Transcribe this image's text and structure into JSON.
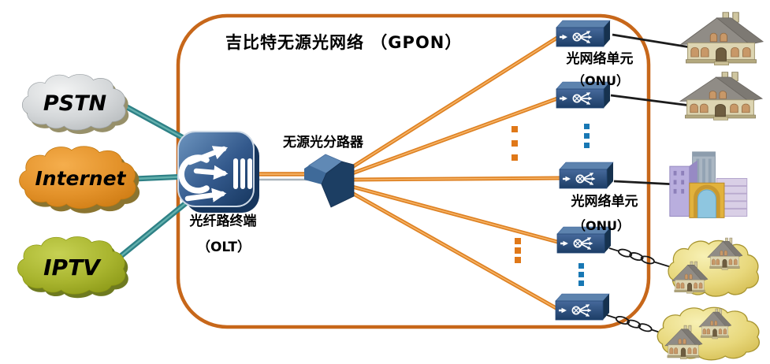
{
  "title": "吉比特无源光网络 （GPON）",
  "clouds": {
    "pstn": "PSTN",
    "internet": "Internet",
    "iptv": "IPTV"
  },
  "olt": {
    "label": "光纤路终端",
    "abbr": "（OLT）"
  },
  "splitter": {
    "label": "无源光分路器"
  },
  "onu_labels": {
    "top": {
      "label": "光网络单元",
      "abbr": "（ONU）"
    },
    "mid": {
      "label": "光网络单元",
      "abbr": "（ONU）"
    }
  },
  "icons": {
    "olt": "router-switch-icon",
    "onu": "onu-splitter-box-icon",
    "splitter": "optical-splitter-prism-icon",
    "pstn": "cloud-icon",
    "internet": "cloud-icon",
    "iptv": "cloud-icon",
    "premises": [
      "house-icon",
      "house-icon",
      "office-building-icon",
      "homes-cloud-icon",
      "homes-cloud-icon"
    ],
    "ellipsis": "vertical-dots-icon"
  },
  "colors": {
    "gpon_border": "#c7671a",
    "fiber_orange": "#de8122",
    "fiber_highlight": "#f6b468",
    "backbone_teal": "#2e8186",
    "device_blue": "#1d3e67",
    "dot_orange": "#e07818",
    "dot_blue": "#1878b4",
    "pstn_cloud": "#cdd0d2",
    "internet_cloud": "#e3922a",
    "iptv_cloud": "#a9b52f",
    "homes_cloud": "#e8d87c"
  }
}
